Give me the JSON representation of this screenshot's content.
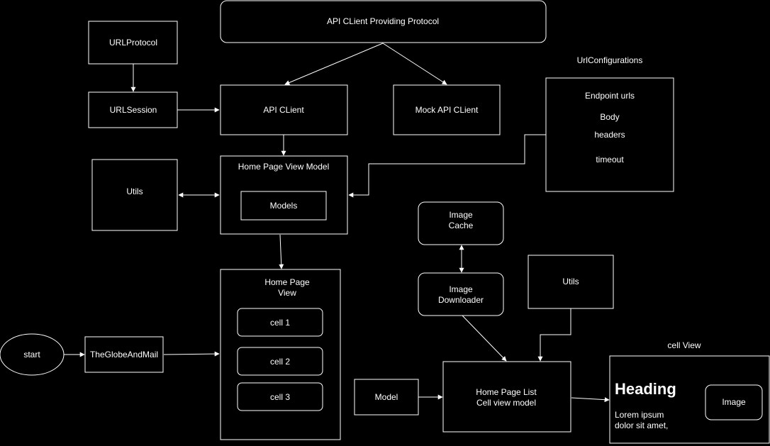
{
  "nodes": {
    "api_protocol": "API CLient Providing Protocol",
    "url_protocol": "URLProtocol",
    "url_session": "URLSession",
    "api_client": "API CLient",
    "mock_api_client": "Mock API CLient",
    "url_config_title": "UrlConfigurations",
    "url_config_lines": [
      "Endpoint urls",
      "Body",
      "headers",
      "timeout"
    ],
    "utils_left": "Utils",
    "home_vm_title": "Home Page View Model",
    "models": "Models",
    "image_cache": [
      "Image",
      "Cache"
    ],
    "image_downloader": [
      "Image",
      "Downloader"
    ],
    "utils_right": "Utils",
    "home_view_title": [
      "Home Page",
      "View"
    ],
    "cells": [
      "cell 1",
      "cell 2",
      "cell 3"
    ],
    "start": "start",
    "globe": "TheGlobeAndMail",
    "model": "Model",
    "list_vm": [
      "Home Page List",
      "Cell view model"
    ],
    "cell_view_title": "cell View",
    "cell_heading": "Heading",
    "cell_body": [
      "Lorem ipsum",
      "dolor sit amet,"
    ],
    "cell_image": "Image"
  }
}
